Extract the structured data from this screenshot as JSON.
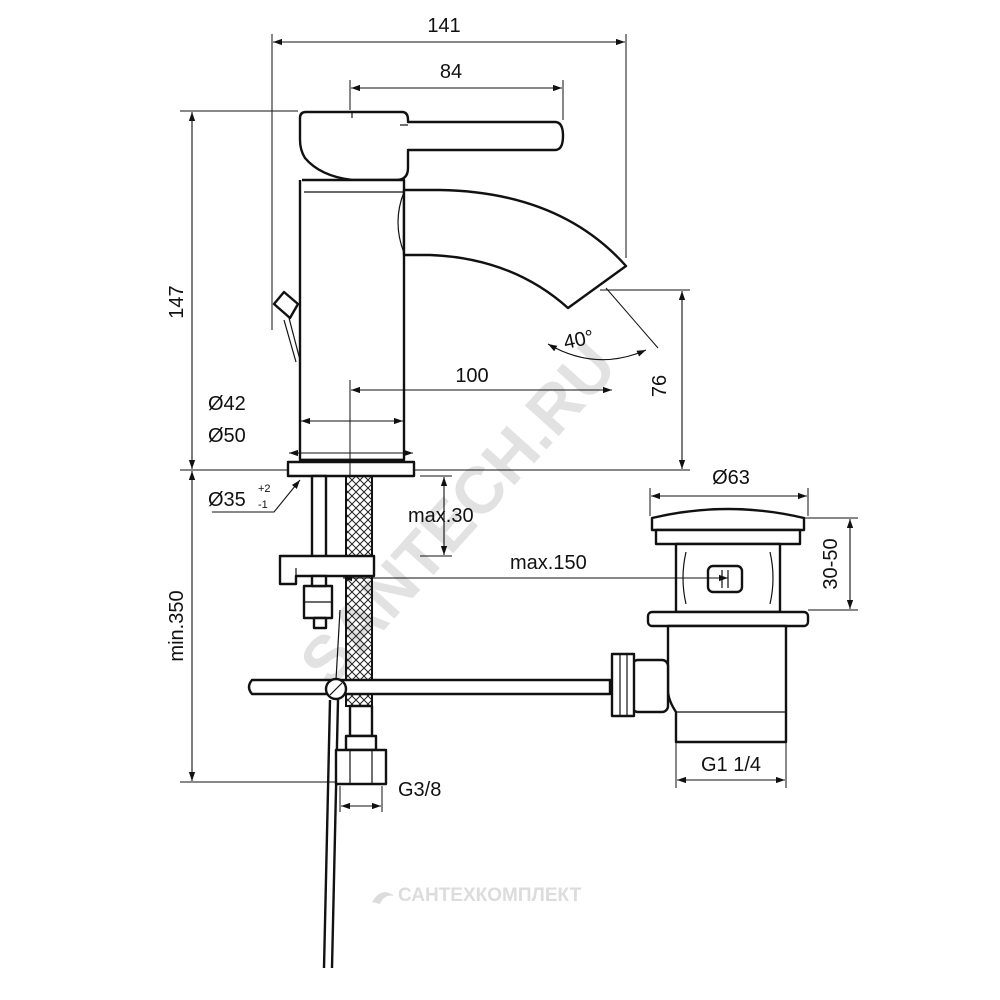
{
  "dimensions": {
    "overall_width": "141",
    "lever_length": "84",
    "overall_height": "147",
    "spout_projection": "100",
    "spout_clearance": "76",
    "spout_angle": "40°",
    "body_diameter": "Ø42",
    "base_diameter": "Ø50",
    "hole_diameter": "Ø35",
    "hole_tolerance_upper": "+2",
    "hole_tolerance_lower": "-1",
    "deck_thickness": "max.30",
    "rod_reach": "max.150",
    "pipe_length": "min.350",
    "flexible_thread": "G3/8",
    "waste_cap_diameter": "Ø63",
    "waste_height": "30-50",
    "waste_thread": "G1 1/4"
  },
  "watermarks": {
    "diagonal": "SANTECH.RU",
    "brand": "САНТЕХКОМПЛЕКТ"
  },
  "colors": {
    "line": "#111111",
    "background": "#ffffff",
    "watermark": "#d9d9d9"
  }
}
